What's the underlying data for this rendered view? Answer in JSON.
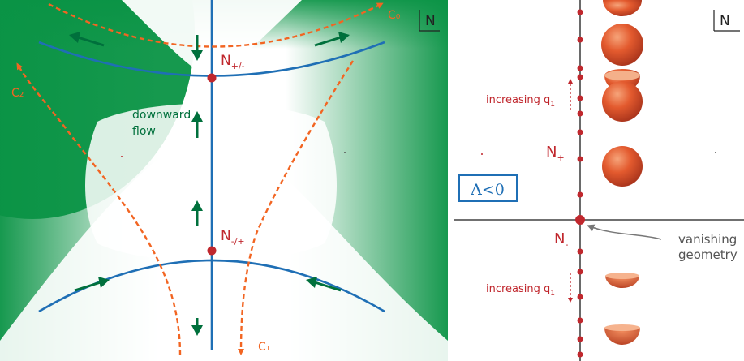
{
  "left_panel": {
    "corner_label": "N",
    "curve_labels": {
      "c0": "C₀",
      "c1": "C₁",
      "c2": "C₂"
    },
    "point_top": {
      "main": "N",
      "sub": "+/-"
    },
    "point_bottom": {
      "main": "N",
      "sub": "-/+"
    },
    "flow_text_line1": "downward",
    "flow_text_line2": "flow"
  },
  "right_panel": {
    "corner_label": "N",
    "lambda_box": "Λ<0",
    "point_plus": {
      "main": "N",
      "sub": "+"
    },
    "point_minus": {
      "main": "N",
      "sub": "-"
    },
    "increasing_top": {
      "main": "increasing q",
      "sub": "1"
    },
    "increasing_bottom": {
      "main": "increasing q",
      "sub": "1"
    },
    "vanishing_line1": "vanishing",
    "vanishing_line2": "geometry"
  },
  "colors": {
    "green": "#0a9345",
    "arrow_green": "#00703c",
    "blue": "#1f6fb5",
    "orange": "#f26522",
    "red": "#c0272d",
    "sphere": "#e0502a"
  }
}
